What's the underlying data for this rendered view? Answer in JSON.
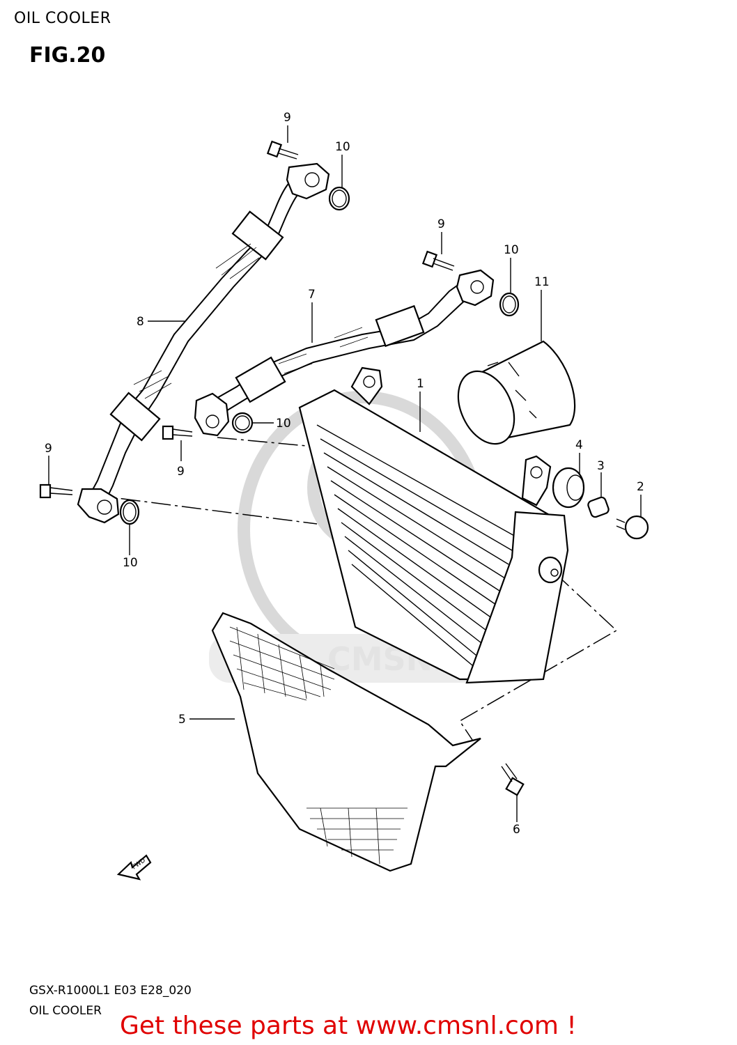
{
  "header": {
    "section_title": "OIL COOLER",
    "figure": "FIG.20"
  },
  "callouts": [
    {
      "id": "c9a",
      "label": "9"
    },
    {
      "id": "c10a",
      "label": "10"
    },
    {
      "id": "c9b",
      "label": "9"
    },
    {
      "id": "c10b",
      "label": "10"
    },
    {
      "id": "c11",
      "label": "11"
    },
    {
      "id": "c7",
      "label": "7"
    },
    {
      "id": "c8",
      "label": "8"
    },
    {
      "id": "c1",
      "label": "1"
    },
    {
      "id": "c10c",
      "label": "10"
    },
    {
      "id": "c9c",
      "label": "9"
    },
    {
      "id": "c9d",
      "label": "9"
    },
    {
      "id": "c10d",
      "label": "10"
    },
    {
      "id": "c4",
      "label": "4"
    },
    {
      "id": "c3",
      "label": "3"
    },
    {
      "id": "c2",
      "label": "2"
    },
    {
      "id": "c5",
      "label": "5"
    },
    {
      "id": "c6",
      "label": "6"
    }
  ],
  "fwd_label": "FWD",
  "watermark": "CMSNL.COM",
  "footer": {
    "model_code": "GSX-R1000L1 E03 E28_020",
    "section_name": "OIL COOLER",
    "promo": "Get these parts at www.cmsnl.com !"
  },
  "colors": {
    "promo": "#e00000",
    "line": "#000000",
    "watermark": "#d9d9d9"
  }
}
